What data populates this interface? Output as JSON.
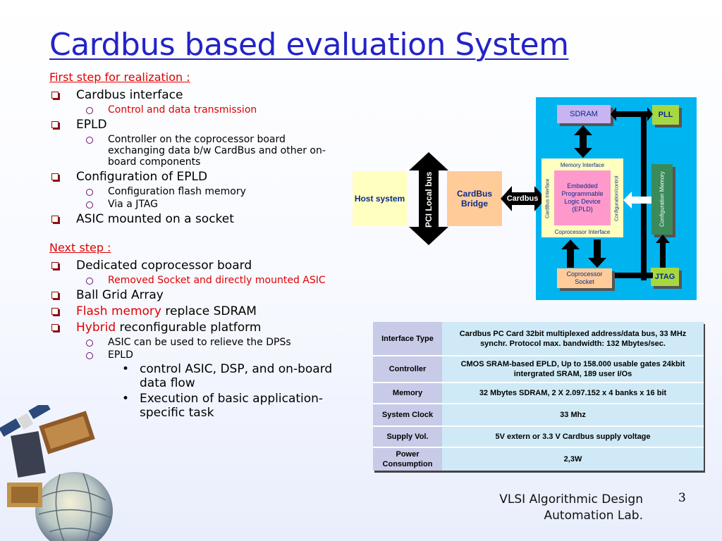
{
  "title": "Cardbus based evaluation System",
  "first_step": {
    "heading": "First step for realization :",
    "items": [
      {
        "text": "Cardbus interface",
        "subitems": [
          {
            "text": "Control and data transmission",
            "red": true
          }
        ]
      },
      {
        "text": "EPLD",
        "subitems": [
          {
            "text": "Controller on the coprocessor board exchanging data b/w CardBus and other on-board components",
            "red": false
          }
        ]
      },
      {
        "text": "Configuration of EPLD",
        "subitems": [
          {
            "text": "Configuration flash memory",
            "red": false
          },
          {
            "text": "Via a JTAG",
            "red": false
          }
        ]
      },
      {
        "text": "ASIC mounted on a socket",
        "subitems": []
      }
    ]
  },
  "next_step": {
    "heading": "Next step :",
    "items": [
      {
        "text": "Dedicated coprocessor board",
        "subitems": [
          {
            "text": "Removed Socket and directly mounted ASIC",
            "red": true
          }
        ]
      },
      {
        "text": "Ball Grid Array",
        "subitems": []
      },
      {
        "red_part": "Flash memory",
        "rest": " replace SDRAM"
      },
      {
        "red_part": "Hybrid",
        "rest": " reconfigurable platform"
      }
    ],
    "hybrid_subitems": [
      "ASIC can be used to relieve the DPSs",
      "EPLD"
    ],
    "epld_bullets": [
      "control ASIC, DSP, and on-board data flow",
      "Execution of basic application-specific task"
    ],
    "bullet_char": "•"
  },
  "diagram": {
    "host": "Host system",
    "pci": "PCI Local bus",
    "bridge": "CardBus Bridge",
    "cardbus": "Cardbus",
    "sdram": "SDRAM",
    "pll": "PLL",
    "memory_interface": "Memory Interface",
    "epld": "Embedded Programmable Logic Device (EPLD)",
    "cardbus_interface": "CardBus Interface",
    "config_control": "Configuration/control",
    "coprocessor_interface": "Coprocessor Interface",
    "config_memory": "Configuration Memory",
    "coproc_socket": "Coprocessor Socket",
    "jtag": "JTAG",
    "colors": {
      "panel": "#00b4f0",
      "purple": "#c8b4f0",
      "green": "#a8d840",
      "yellow": "#ffffc0",
      "peach": "#ffcc99",
      "pink": "#ff99cc",
      "dark_green": "#3a8a5a"
    }
  },
  "table": {
    "rows": [
      {
        "key": "Interface Type",
        "value": "Cardbus PC Card 32bit multiplexed address/data bus, 33 MHz synchr. Protocol max. bandwidth: 132 Mbytes/sec."
      },
      {
        "key": "Controller",
        "value": "CMOS SRAM-based EPLD, Up to 158.000 usable gates 24kbit intergrated SRAM, 189 user I/Os"
      },
      {
        "key": "Memory",
        "value": "32 Mbytes SDRAM, 2 X 2.097.152 x 4 banks x 16 bit"
      },
      {
        "key": "System Clock",
        "value": "33 Mhz"
      },
      {
        "key": "Supply Vol.",
        "value": "5V extern or 3.3 V Cardbus supply voltage"
      },
      {
        "key": "Power Consumption",
        "value": "2,3W"
      }
    ]
  },
  "footer": {
    "line1": "VLSI Algorithmic Design",
    "line2": "Automation Lab.",
    "page": "3"
  }
}
